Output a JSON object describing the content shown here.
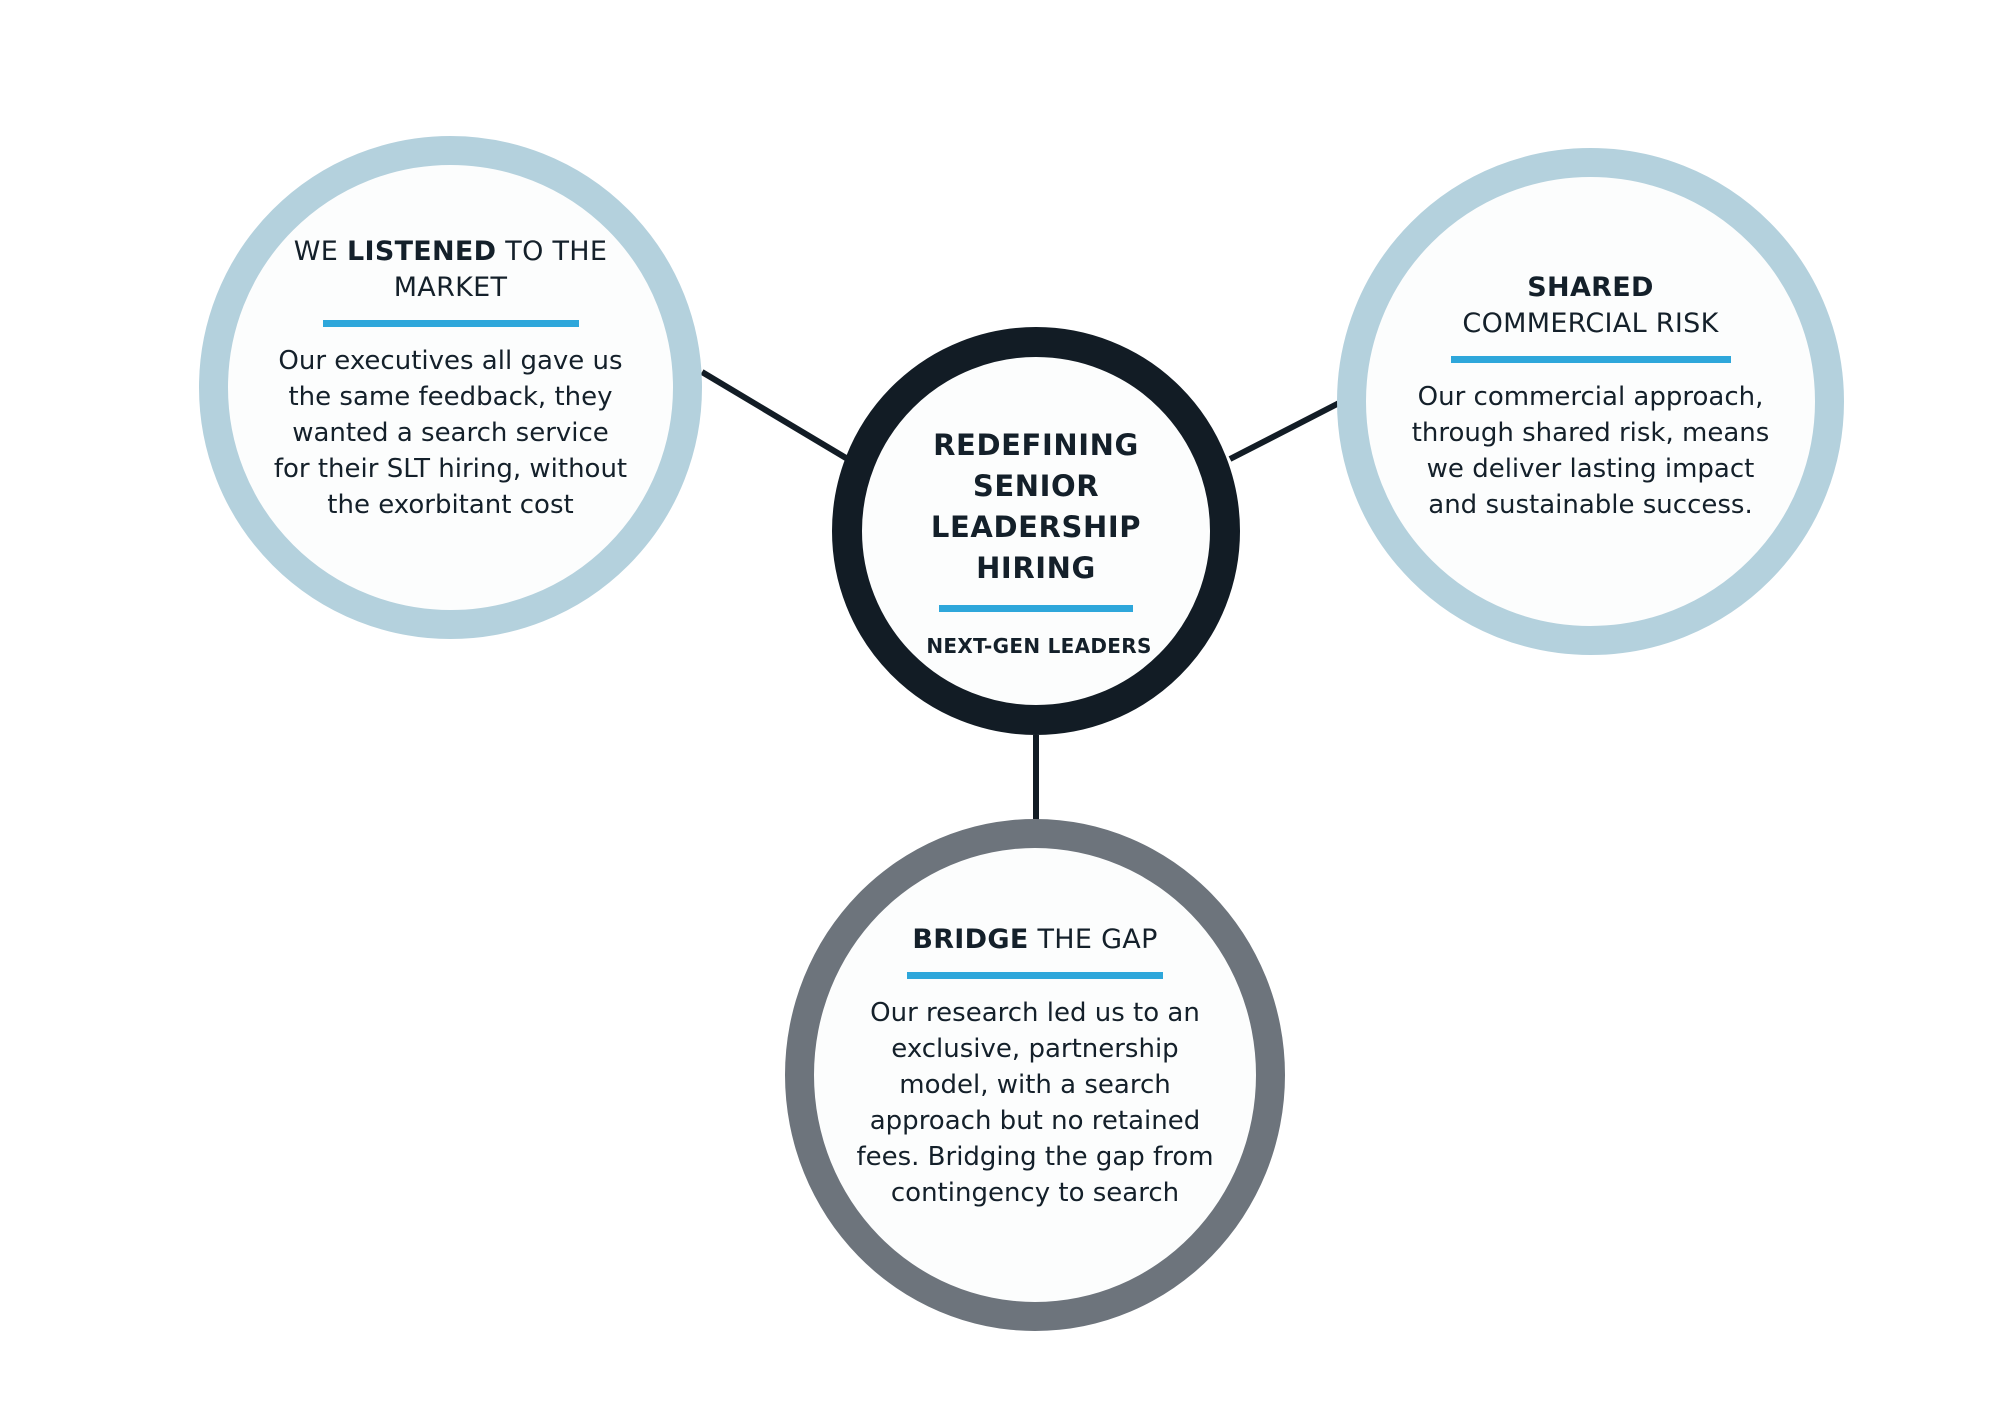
{
  "colors": {
    "light_ring": "#b4d1dd",
    "dark_ring": "#121c25",
    "grey_ring": "#6d747c",
    "accent_rule": "#2ea7db",
    "connector": "#121c25",
    "text": "#14202a"
  },
  "center": {
    "title_lines": [
      "REDEFINING",
      "SENIOR",
      "LEADERSHIP",
      "HIRING"
    ],
    "subtitle": "NEXT-GEN LEADERS"
  },
  "left": {
    "heading_pre": "WE ",
    "heading_bold": "LISTENED",
    "heading_post": " TO THE MARKET",
    "body": "Our executives all gave us the same feedback, they wanted a search service for their SLT hiring, without the exorbitant cost"
  },
  "right": {
    "heading_bold": "SHARED",
    "heading_post": "COMMERCIAL RISK",
    "body": "Our commercial approach, through shared risk, means we deliver lasting impact and sustainable success."
  },
  "bottom": {
    "heading_bold": "BRIDGE",
    "heading_post": " THE GAP",
    "body": "Our research led us to an exclusive,  partnership model, with a search approach but no retained fees. Bridging the gap from contingency to search"
  }
}
